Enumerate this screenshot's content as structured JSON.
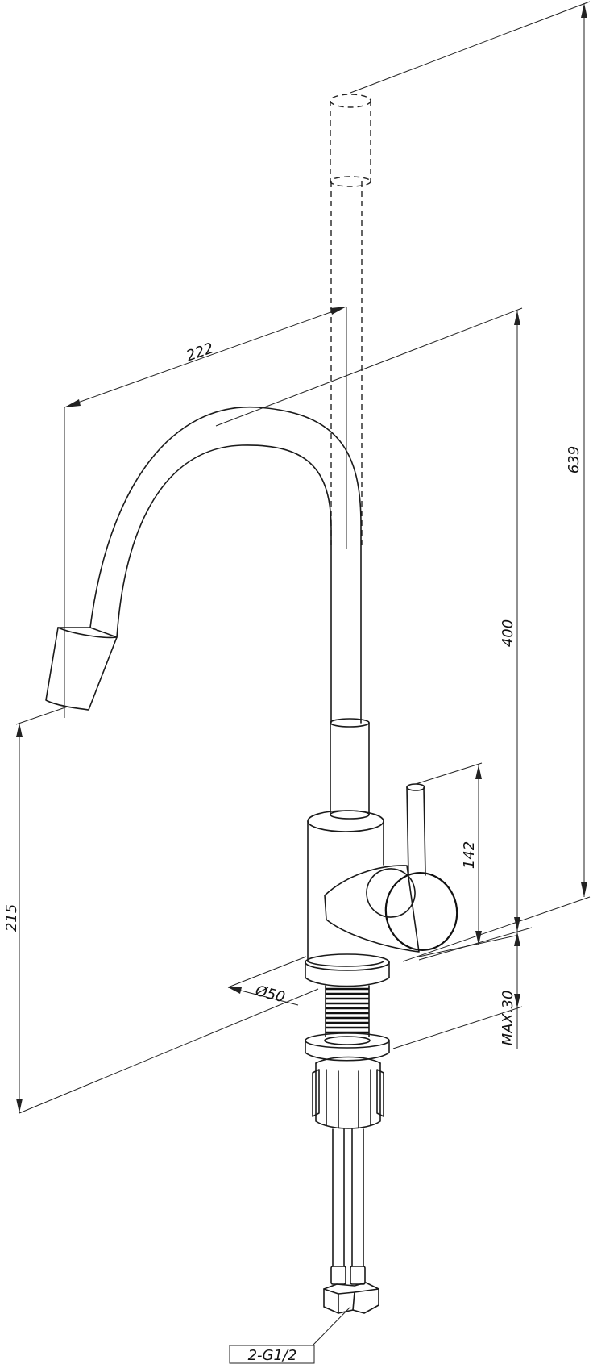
{
  "dimensions": {
    "total_height": "639",
    "spout_reach": "222",
    "spout_height": "400",
    "lever_height": "142",
    "outlet_clearance": "215",
    "base_diameter": "Ø50",
    "max_thickness": "MAX.30",
    "connection": "2-G1/2"
  }
}
